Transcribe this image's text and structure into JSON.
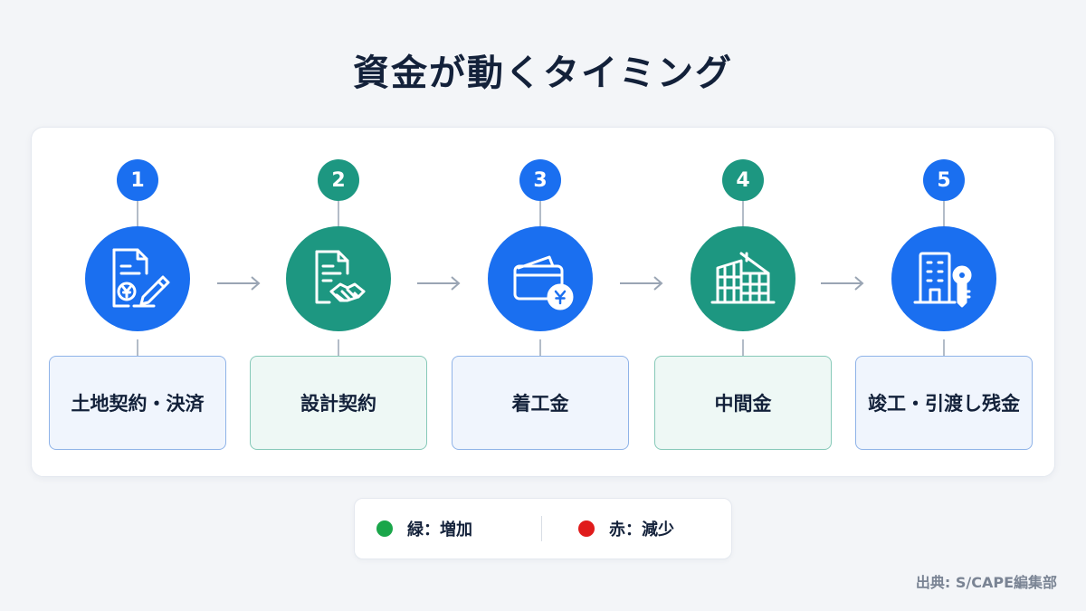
{
  "title": "資金が動くタイミング",
  "steps": [
    {
      "number": "1",
      "label": "土地契約・決済",
      "color": "#1a6ff0",
      "icon": "contract-yen-pen-icon"
    },
    {
      "number": "2",
      "label": "設計契約",
      "color": "#1d9781",
      "icon": "document-handshake-icon"
    },
    {
      "number": "3",
      "label": "着工金",
      "color": "#1a6ff0",
      "icon": "wallet-yen-icon"
    },
    {
      "number": "4",
      "label": "中間金",
      "color": "#1d9781",
      "icon": "building-under-construction-icon"
    },
    {
      "number": "5",
      "label": "竣工・引渡し残金",
      "color": "#1a6ff0",
      "icon": "building-key-icon"
    }
  ],
  "legend": [
    {
      "label": "緑：増加",
      "color": "#1aa64a"
    },
    {
      "label": "赤：減少",
      "color": "#e01b1b"
    }
  ],
  "source": "出典: S/CAPE編集部"
}
